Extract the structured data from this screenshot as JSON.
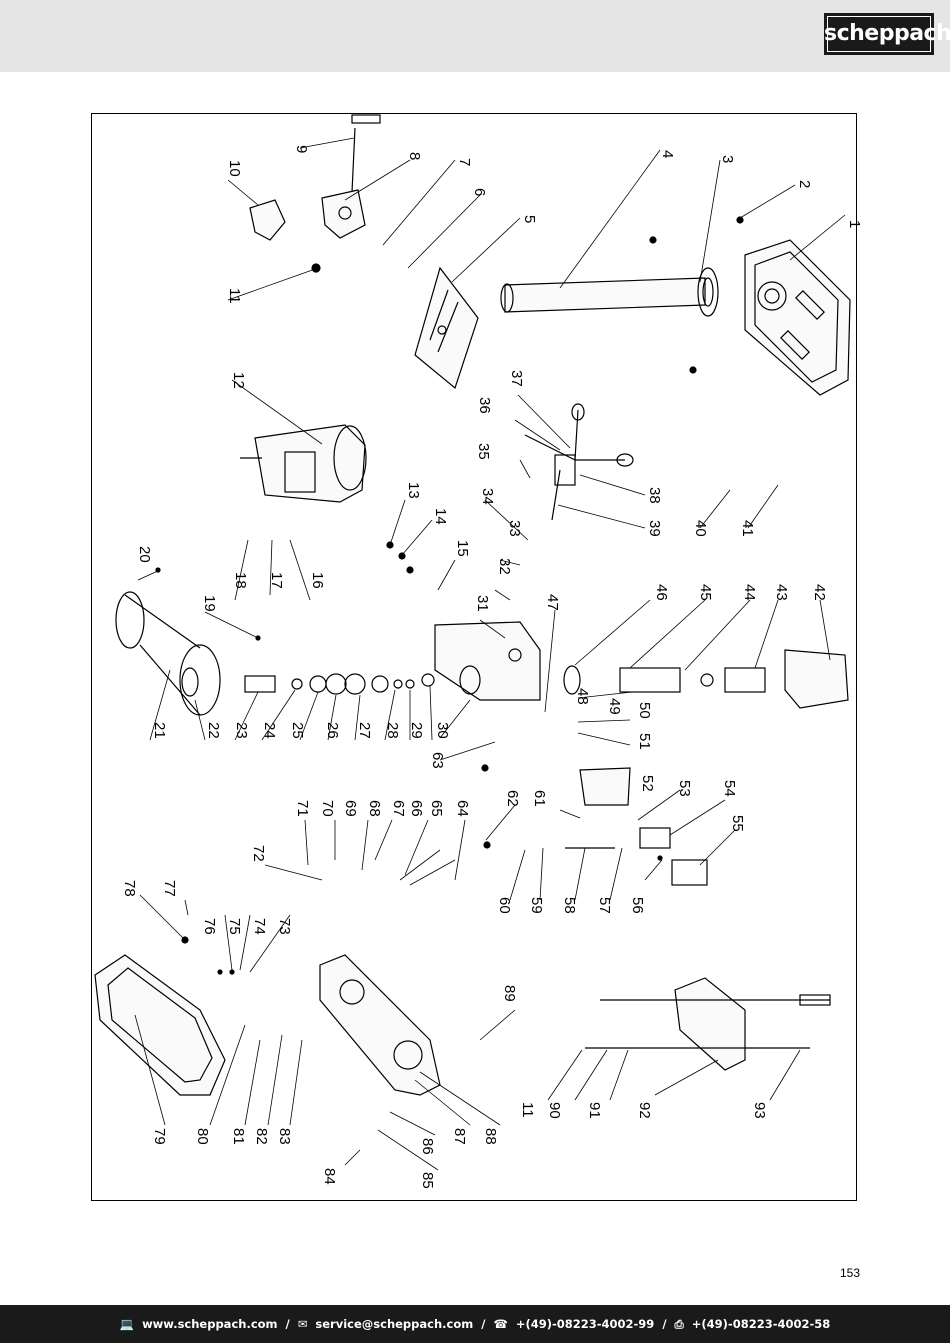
{
  "brand": {
    "logo_text": "scheppach"
  },
  "page_number": "153",
  "footer": {
    "web": "www.scheppach.com",
    "email": "service@scheppach.com",
    "phone": "+(49)-08223-4002-99",
    "fax": "+(49)-08223-4002-58",
    "separator": "/"
  },
  "diagram": {
    "part_numbers": [
      "1",
      "2",
      "3",
      "4",
      "5",
      "7",
      "8",
      "9",
      "10",
      "11",
      "12",
      "13",
      "14",
      "15",
      "16",
      "17",
      "18",
      "19",
      "20",
      "21",
      "22",
      "23",
      "24",
      "25",
      "26",
      "27",
      "28",
      "29",
      "30",
      "31",
      "32",
      "33",
      "34",
      "35",
      "36",
      "37",
      "38",
      "39",
      "40",
      "41",
      "42",
      "43",
      "44",
      "45",
      "46",
      "47",
      "48",
      "49",
      "50",
      "51",
      "52",
      "53",
      "54",
      "55",
      "56",
      "57",
      "58",
      "59",
      "60",
      "61",
      "62",
      "63",
      "64",
      "65",
      "66",
      "67",
      "68",
      "69",
      "70",
      "71",
      "72",
      "73",
      "74",
      "75",
      "76",
      "77",
      "78",
      "79",
      "80",
      "81",
      "82",
      "83",
      "84",
      "85",
      "86",
      "87",
      "88",
      "89",
      "90",
      "91",
      "92",
      "93",
      "6",
      "11"
    ]
  }
}
